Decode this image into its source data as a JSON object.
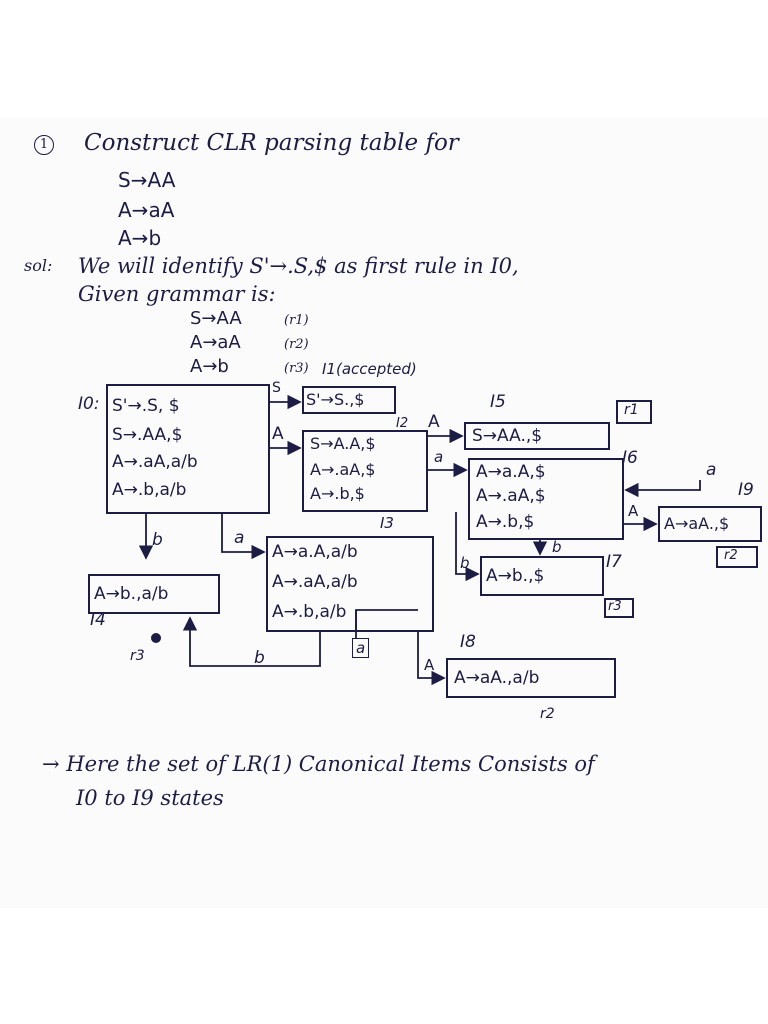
{
  "question": {
    "number": "1",
    "title": "Construct CLR parsing table for",
    "grammar": [
      "S→AA",
      "A→aA",
      "A→b"
    ]
  },
  "solution": {
    "prefix": "sol:",
    "line1": "We will identify S'→.S,$ as first rule in I0,",
    "line2": "Given grammar is:",
    "rules": [
      {
        "rule": "S→AA",
        "tag": "(r1)"
      },
      {
        "rule": "A→aA",
        "tag": "(r2)"
      },
      {
        "rule": "A→b",
        "tag": "(r3)"
      }
    ]
  },
  "states": {
    "I0": {
      "label": "I0:",
      "items": [
        "S'→.S, $",
        "S→.AA,$",
        "A→.aA,a/b",
        "A→.b,a/b"
      ]
    },
    "I1": {
      "label": "I1(accepted)",
      "items": [
        "S'→S.,$"
      ]
    },
    "I2": {
      "label": "I2",
      "items": [
        "S→A.A,$",
        "A→.aA,$",
        "A→.b,$"
      ]
    },
    "I3": {
      "label": "I3",
      "items": [
        "A→a.A,a/b",
        "A→.aA,a/b",
        "A→.b,a/b"
      ]
    },
    "I4": {
      "label": "I4",
      "items": [
        "A→b.,a/b"
      ],
      "reduce": "r3"
    },
    "I5": {
      "label": "I5",
      "items": [
        "S→AA.,$"
      ],
      "reduce": "r1"
    },
    "I6": {
      "label": "I6",
      "items": [
        "A→a.A,$",
        "A→.aA,$",
        "A→.b,$"
      ]
    },
    "I7": {
      "label": "I7",
      "items": [
        "A→b.,$"
      ],
      "reduce": "r3"
    },
    "I8": {
      "label": "I8",
      "items": [
        "A→aA.,a/b"
      ],
      "reduce": "r2"
    },
    "I9": {
      "label": "I9",
      "items": [
        "A→aA.,$"
      ],
      "reduce": "r2"
    }
  },
  "transitions": {
    "I0_S": "S",
    "I0_A": "A",
    "I0_b": "b",
    "I0_a": "a",
    "I2_A": "A",
    "I2_a": "a",
    "I2_b": "b",
    "I3_a": "a",
    "I3_A": "A",
    "I3_b": "b",
    "I6_a": "a",
    "I6_A": "A",
    "I6_b": "b"
  },
  "conclusion": {
    "line1": "→ Here the set of LR(1) Canonical Items Consists of",
    "line2": "I0 to I9 states"
  }
}
